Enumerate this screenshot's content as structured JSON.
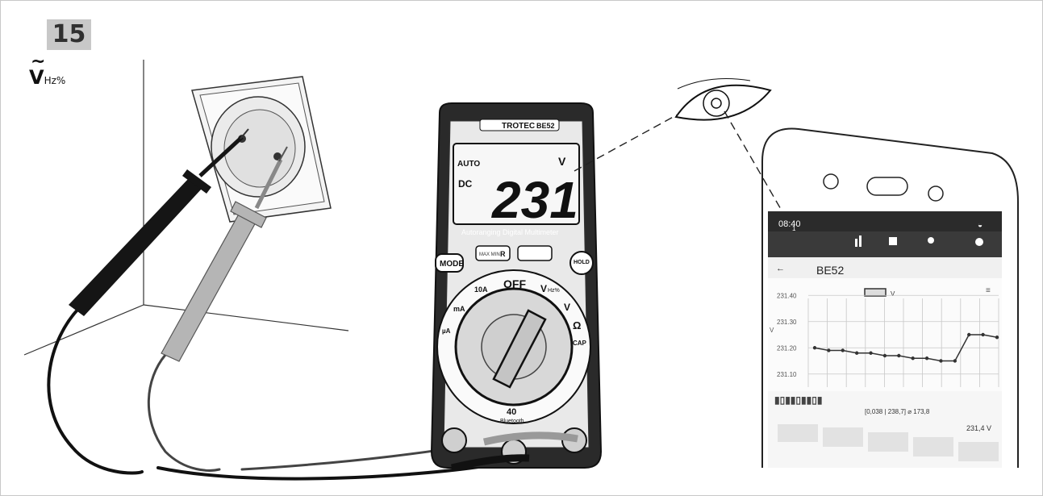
{
  "figure": {
    "number": "15"
  },
  "mode_symbol": {
    "tilde": "~",
    "main": "V",
    "sub": "Hz%"
  },
  "meter": {
    "brand": "TROTEC",
    "model": "BE52",
    "lcd": {
      "auto": "AUTO",
      "dc": "DC",
      "reading": "231",
      "unit": "V"
    },
    "caption": "Autoranging Digital Multimeter",
    "buttons": {
      "mode": "MODE",
      "max_min": "MAX MIN",
      "range": "R",
      "hold": "HOLD"
    },
    "dial": {
      "off": "OFF",
      "a10": "10A",
      "ma": "mA",
      "ua": "µA",
      "vhz": "V",
      "vhz_sub": "Hz%",
      "vdc": "V",
      "ohm": "Ω",
      "cap": "CAP",
      "bt_num": "40",
      "bt_label": "Bluetooth"
    }
  },
  "phone": {
    "time": "08:40",
    "badge": "1",
    "device": "BE52",
    "legend_unit": "V",
    "y_unit": "V",
    "range": "[0,038 | 238,7]  ⌀ 173,8",
    "value": "231,4 V",
    "chart_data": {
      "type": "line",
      "title": "",
      "xlabel": "",
      "ylabel": "V",
      "ylim": [
        231.05,
        231.45
      ],
      "y_ticks": [
        "231.40",
        "231.30",
        "231.20",
        "231.10"
      ],
      "y_tick_values": [
        231.4,
        231.3,
        231.2,
        231.1
      ],
      "x": [
        0,
        1,
        2,
        3,
        4,
        5,
        6,
        7,
        8,
        9,
        10,
        11,
        12,
        13
      ],
      "values": [
        231.2,
        231.19,
        231.19,
        231.18,
        231.18,
        231.17,
        231.17,
        231.16,
        231.16,
        231.15,
        231.15,
        231.25,
        231.25,
        231.24
      ]
    }
  }
}
